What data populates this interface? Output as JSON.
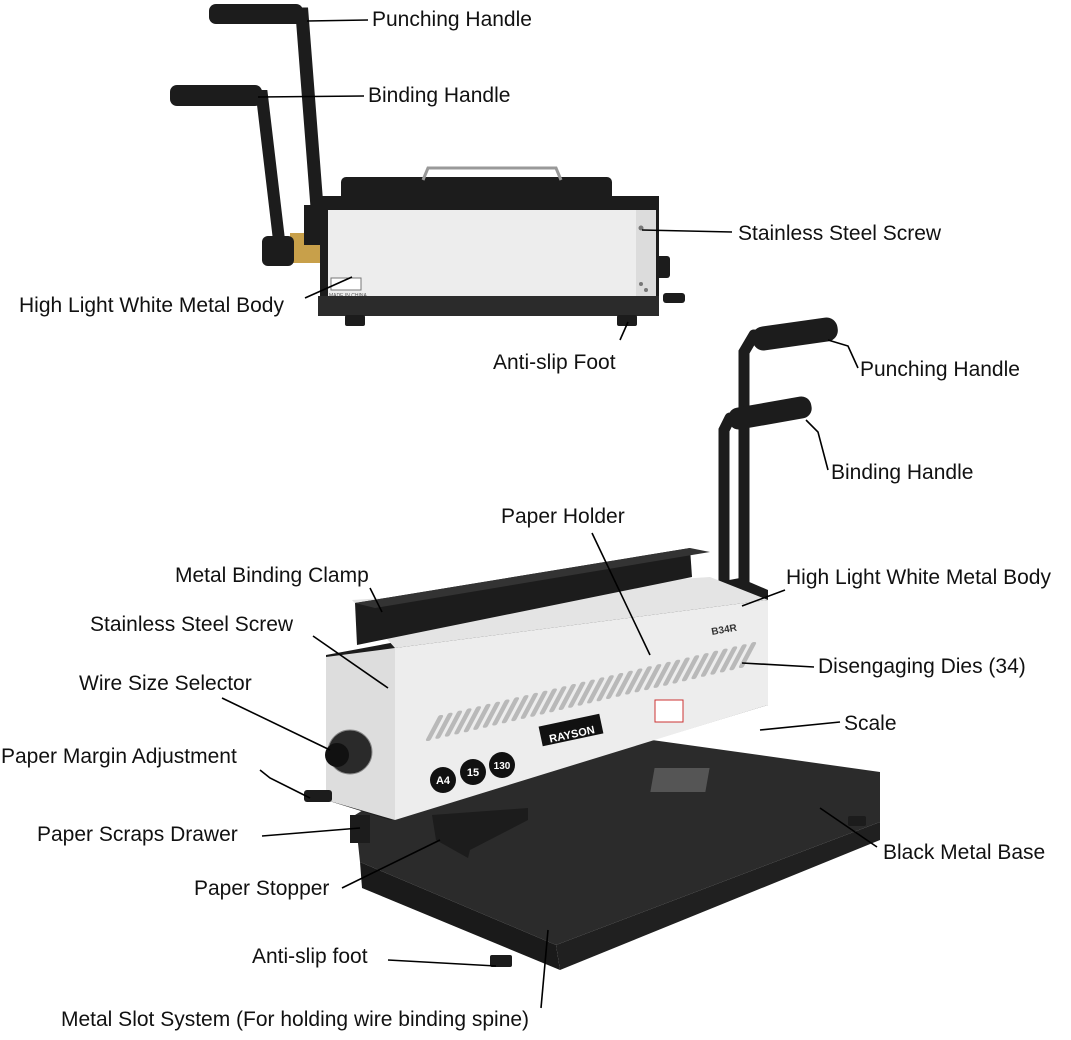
{
  "top_view": {
    "labels": {
      "punching_handle": "Punching Handle",
      "binding_handle": "Binding Handle",
      "stainless_steel_screw": "Stainless Steel Screw",
      "white_metal_body": "High Light White Metal Body",
      "anti_slip_foot": "Anti-slip Foot"
    },
    "nameplate": "MADE IN CHINA"
  },
  "bottom_view": {
    "labels": {
      "punching_handle": "Punching Handle",
      "binding_handle": "Binding Handle",
      "paper_holder": "Paper Holder",
      "metal_binding_clamp": "Metal Binding Clamp",
      "white_metal_body": "High Light White Metal Body",
      "stainless_steel_screw": "Stainless Steel Screw",
      "disengaging_dies": "Disengaging Dies (34)",
      "wire_size_selector": "Wire Size Selector",
      "scale": "Scale",
      "paper_margin_adjustment": "Paper Margin Adjustment",
      "paper_scraps_drawer": "Paper Scraps Drawer",
      "black_metal_base": "Black Metal Base",
      "paper_stopper": "Paper Stopper",
      "anti_slip_foot": "Anti-slip foot",
      "metal_slot_system": "Metal Slot System (For holding wire binding spine)"
    },
    "brand": "RAYSON",
    "model": "B34R",
    "badges": {
      "paper_size": "A4",
      "punch_capacity": "15",
      "bind_capacity": "130"
    }
  },
  "colors": {
    "body_white": "#ededed",
    "metal_black": "#1c1c1c",
    "base_black": "#2b2b2b",
    "die_silver": "#b9b9b9",
    "label_text": "#111111",
    "leader_line": "#000000"
  }
}
